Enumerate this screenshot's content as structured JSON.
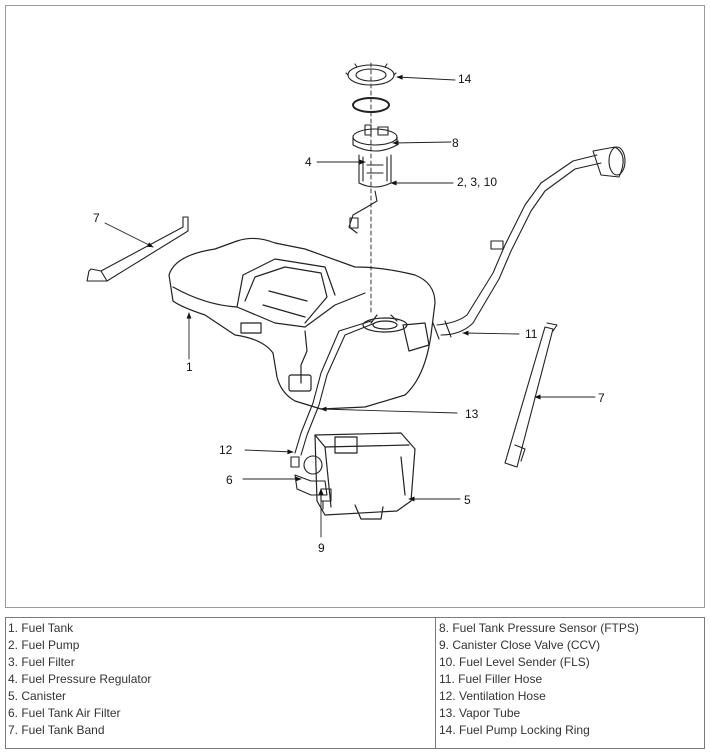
{
  "callouts": {
    "c14": "14",
    "c8": "8",
    "c4": "4",
    "c2310": "2, 3, 10",
    "c7a": "7",
    "c1": "1",
    "c11": "11",
    "c7b": "7",
    "c13": "13",
    "c12": "12",
    "c6": "6",
    "c5": "5",
    "c9": "9"
  },
  "legend": {
    "left": [
      "1. Fuel Tank",
      "2. Fuel Pump",
      "3. Fuel Filter",
      "4. Fuel Pressure Regulator",
      "5. Canister",
      "6. Fuel Tank Air Filter",
      "7. Fuel Tank Band"
    ],
    "right": [
      "8. Fuel Tank Pressure Sensor (FTPS)",
      "9. Canister Close Valve (CCV)",
      "10. Fuel Level Sender (FLS)",
      "11. Fuel Filler Hose",
      "12. Ventilation Hose",
      "13. Vapor Tube",
      "14. Fuel Pump Locking Ring"
    ]
  }
}
